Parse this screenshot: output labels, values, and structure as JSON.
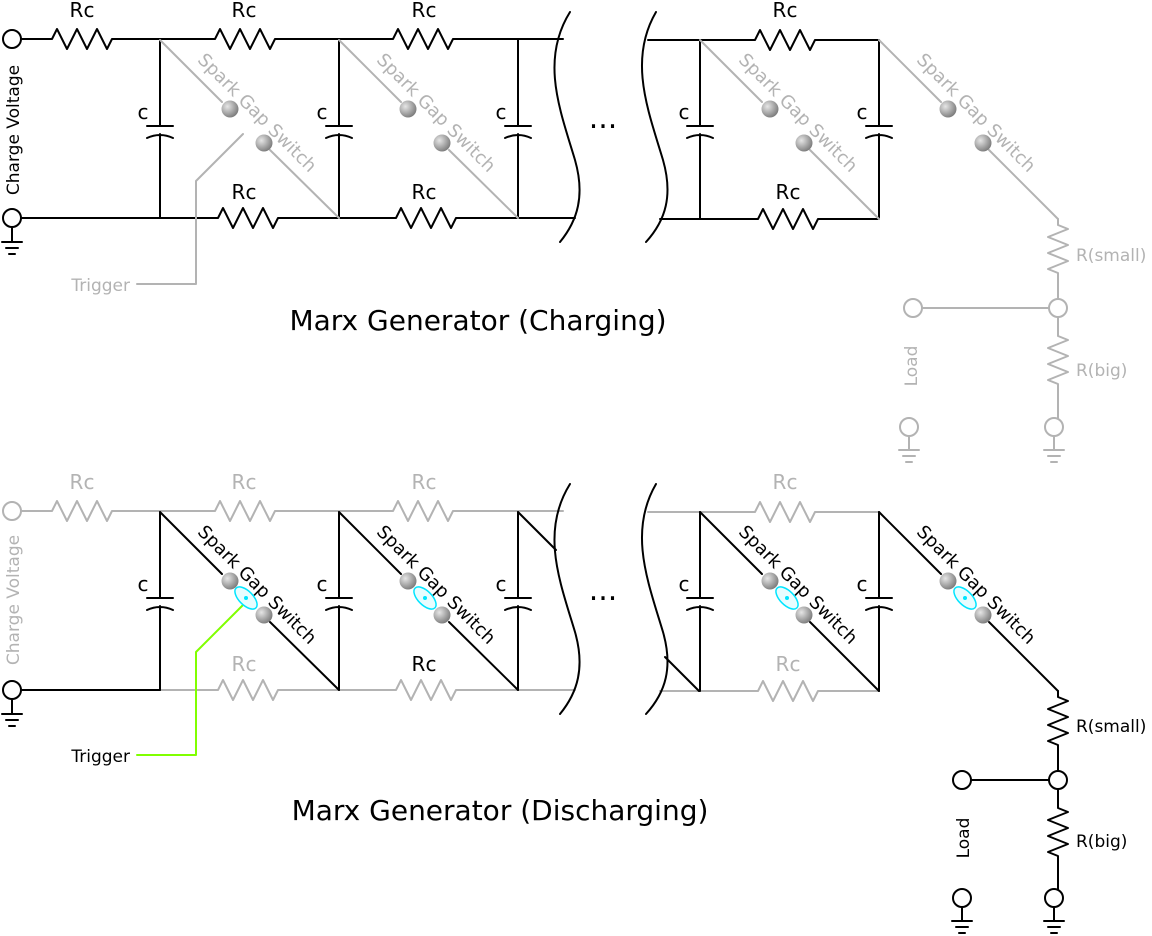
{
  "colors": {
    "active": "#000000",
    "inactive": "#b3b3b3",
    "trigger_on": "#80ff00",
    "spark": "#00e5ff"
  },
  "labels": {
    "resistor": "Rc",
    "capacitor": "c",
    "switch": "Spark Gap Switch",
    "charge": "Charge Voltage",
    "trigger": "Trigger",
    "ellipsis": "...",
    "r_small": "R(small)",
    "r_big": "R(big)",
    "load": "Load"
  },
  "panels": [
    {
      "title": "Marx Generator (Charging)"
    },
    {
      "title": "Marx Generator (Discharging)"
    }
  ]
}
